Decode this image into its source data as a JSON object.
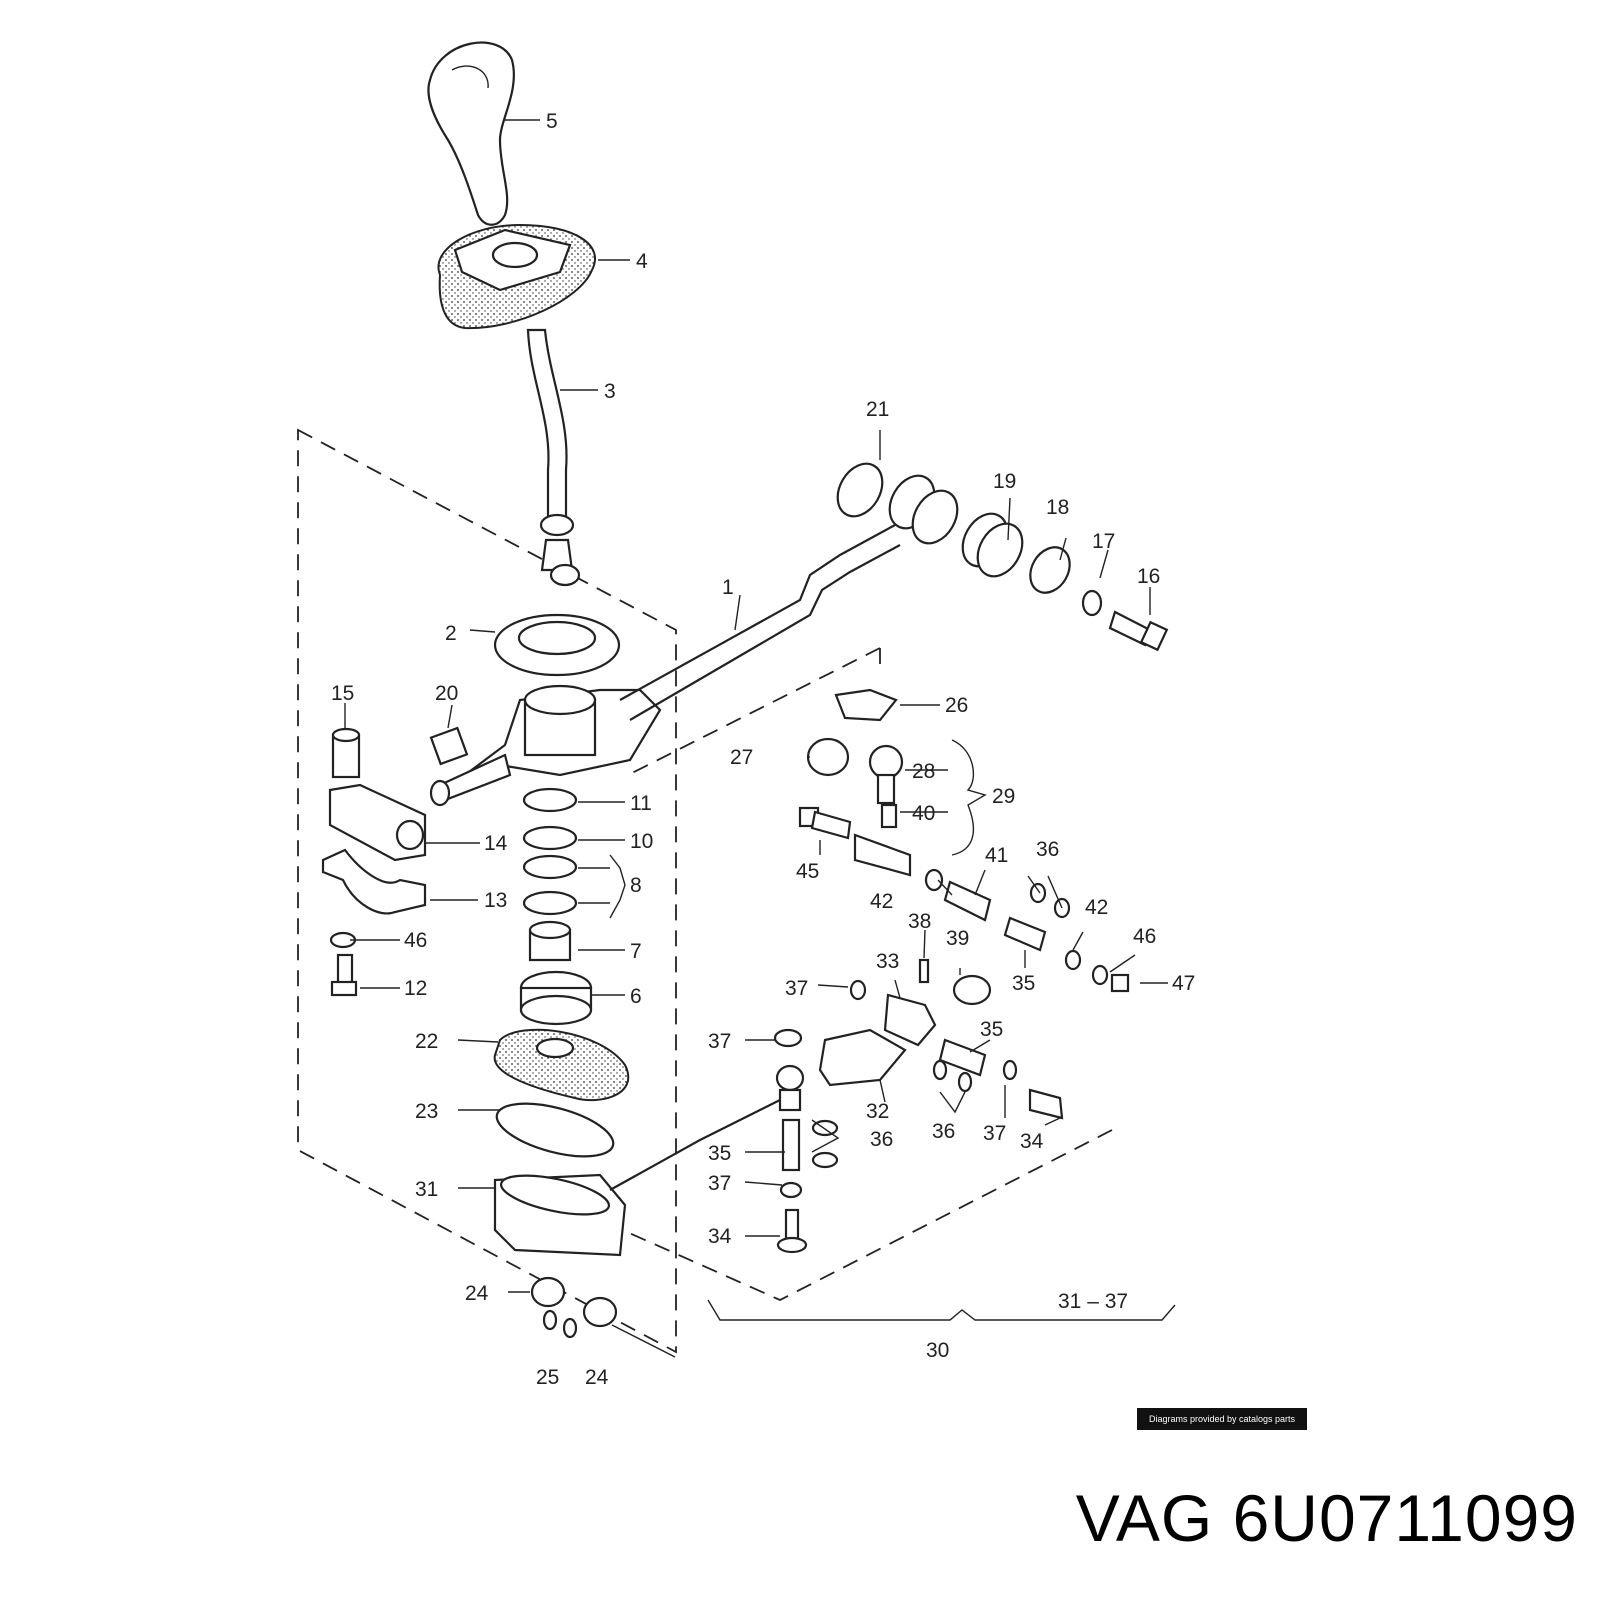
{
  "diagram": {
    "labels": [
      {
        "id": "1",
        "text": "1"
      },
      {
        "id": "2",
        "text": "2"
      },
      {
        "id": "3",
        "text": "3"
      },
      {
        "id": "4",
        "text": "4"
      },
      {
        "id": "5",
        "text": "5"
      },
      {
        "id": "6",
        "text": "6"
      },
      {
        "id": "7",
        "text": "7"
      },
      {
        "id": "8",
        "text": "8"
      },
      {
        "id": "10",
        "text": "10"
      },
      {
        "id": "11",
        "text": "11"
      },
      {
        "id": "12",
        "text": "12"
      },
      {
        "id": "13",
        "text": "13"
      },
      {
        "id": "14",
        "text": "14"
      },
      {
        "id": "15",
        "text": "15"
      },
      {
        "id": "16",
        "text": "16"
      },
      {
        "id": "17",
        "text": "17"
      },
      {
        "id": "18",
        "text": "18"
      },
      {
        "id": "19",
        "text": "19"
      },
      {
        "id": "20",
        "text": "20"
      },
      {
        "id": "21",
        "text": "21"
      },
      {
        "id": "22",
        "text": "22"
      },
      {
        "id": "23",
        "text": "23"
      },
      {
        "id": "24a",
        "text": "24"
      },
      {
        "id": "24b",
        "text": "24"
      },
      {
        "id": "25",
        "text": "25"
      },
      {
        "id": "26",
        "text": "26"
      },
      {
        "id": "27",
        "text": "27"
      },
      {
        "id": "28",
        "text": "28"
      },
      {
        "id": "29",
        "text": "29"
      },
      {
        "id": "30",
        "text": "30"
      },
      {
        "id": "31",
        "text": "31"
      },
      {
        "id": "31-37",
        "text": "31 – 37"
      },
      {
        "id": "32",
        "text": "32"
      },
      {
        "id": "33",
        "text": "33"
      },
      {
        "id": "34a",
        "text": "34"
      },
      {
        "id": "34b",
        "text": "34"
      },
      {
        "id": "35a",
        "text": "35"
      },
      {
        "id": "35b",
        "text": "35"
      },
      {
        "id": "35c",
        "text": "35"
      },
      {
        "id": "36a",
        "text": "36"
      },
      {
        "id": "36b",
        "text": "36"
      },
      {
        "id": "36c",
        "text": "36"
      },
      {
        "id": "37a",
        "text": "37"
      },
      {
        "id": "37b",
        "text": "37"
      },
      {
        "id": "37c",
        "text": "37"
      },
      {
        "id": "37d",
        "text": "37"
      },
      {
        "id": "38",
        "text": "38"
      },
      {
        "id": "39",
        "text": "39"
      },
      {
        "id": "40",
        "text": "40"
      },
      {
        "id": "41",
        "text": "41"
      },
      {
        "id": "42a",
        "text": "42"
      },
      {
        "id": "42b",
        "text": "42"
      },
      {
        "id": "45",
        "text": "45"
      },
      {
        "id": "46a",
        "text": "46"
      },
      {
        "id": "46b",
        "text": "46"
      },
      {
        "id": "47",
        "text": "47"
      }
    ]
  },
  "credit": "Diagrams provided by catalogs parts",
  "part_number": "VAG 6U0711099"
}
